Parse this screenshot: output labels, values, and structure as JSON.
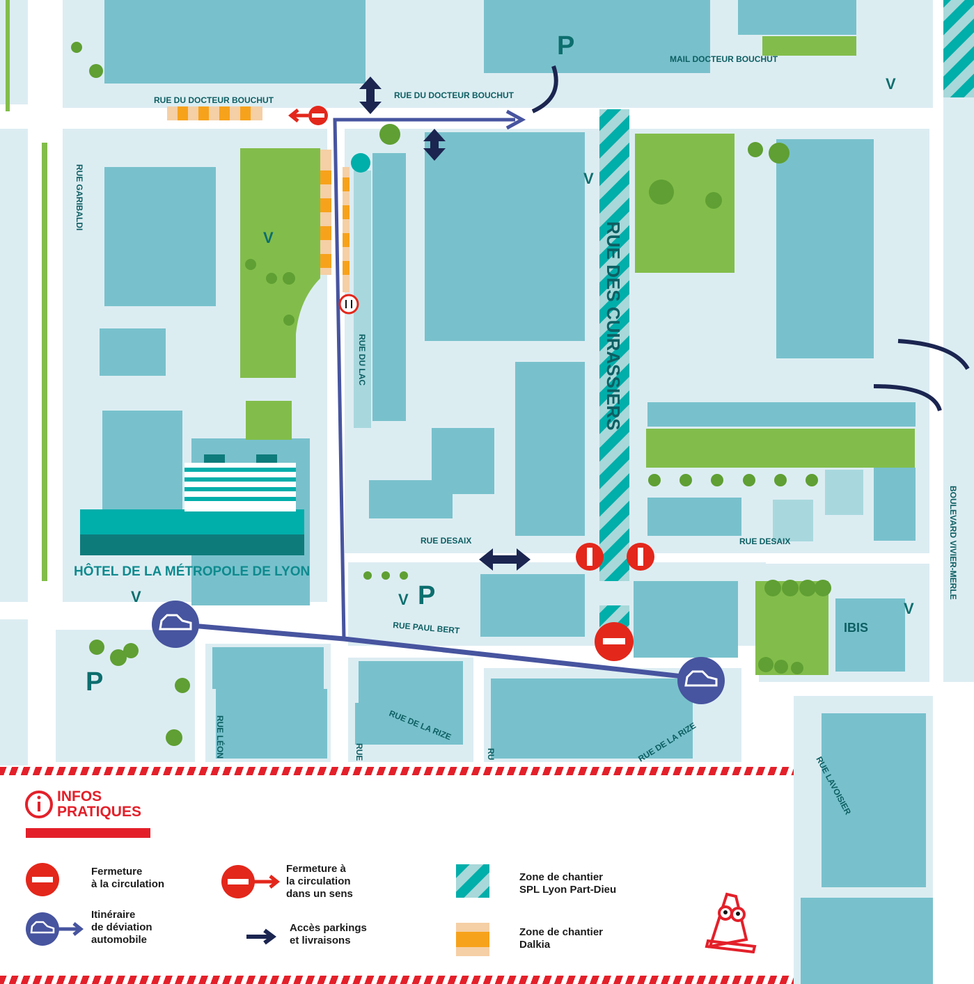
{
  "streets": {
    "docteur_bouchut_w": "RUE DU DOCTEUR BOUCHUT",
    "docteur_bouchut_e": "RUE DU DOCTEUR BOUCHUT",
    "mail_docteur_bouchut": "MAIL DOCTEUR BOUCHUT",
    "garibaldi": "RUE GARIBALDI",
    "du_lac": "RUE DU LAC",
    "cuirassiers": "RUE DES CUIRASSIERS",
    "desaix_w": "RUE DESAIX",
    "desaix_e": "RUE DESAIX",
    "paul_bert": "RUE PAUL BERT",
    "rize_w": "RUE DE LA RIZE",
    "rize_e": "RUE DE LA RIZE",
    "leon": "RUE LÉON",
    "rue_short": "RUE",
    "ru_short": "RU",
    "lavoisier": "RUE LAVOISIER",
    "vivier_merle": "BOULEVARD VIVIER-MERLE"
  },
  "places": {
    "hotel": "HÔTEL DE LA MÉTROPOLE DE LYON",
    "ibis": "IBIS",
    "parking": "P",
    "velov": "V"
  },
  "legend": {
    "title": "INFOS\nPRATIQUES",
    "items": [
      {
        "label": "Fermeture\nà la circulation"
      },
      {
        "label": "Fermeture à\nla circulation\ndans un sens"
      },
      {
        "label": "Zone de chantier\nSPL Lyon Part-Dieu"
      },
      {
        "label": "Itinéraire\nde déviation\nautomobile"
      },
      {
        "label": "Accès parkings\net livraisons"
      },
      {
        "label": "Zone de chantier\nDalkia"
      }
    ]
  },
  "colors": {
    "ground": "#dcedf2",
    "building": "#78c1cc",
    "park": "#82bd4b",
    "tree": "#5f9f33",
    "route": "#47549f",
    "arrow": "#1b2550",
    "closure": "#e3271b",
    "spl_zone": "#00aeaa",
    "dalkia": "#f7a21b"
  }
}
